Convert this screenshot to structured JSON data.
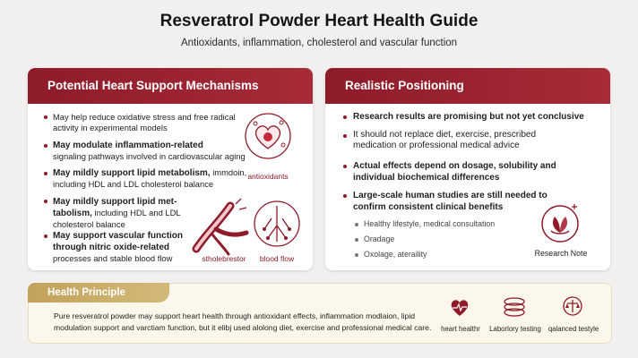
{
  "header": {
    "title": "Resveratrol Powder Heart Health Guide",
    "subtitle": "Antioxidants, inflammation, cholesterol and vascular function"
  },
  "mechanisms": {
    "heading": "Potential Heart Support Mechanisms",
    "items": [
      {
        "bold": "",
        "text": "May help reduce oxidative stress and free radical activity in experimental models"
      },
      {
        "bold": "May modulate inflammation-related",
        "text": "signaling pathways involved in cardiovascular aging"
      },
      {
        "bold": "May mildly support lipid metabolism,",
        "text": "including HDL and LDL cholesterol balance"
      },
      {
        "bold": "May mildly support lipid met-tabolism,",
        "text": ""
      },
      {
        "bold": "May support vascular function through nitric oxide-related",
        "text": "processes and stable blood flow"
      }
    ],
    "item1_extra": "immdoin,",
    "item3_body": "including HDL and LDL cholesterol balance",
    "icon_labels": {
      "antioxidants": "antioxidants",
      "cholesterol": "stholebrestor",
      "blood_flow": "blood flow"
    }
  },
  "positioning": {
    "heading": "Realistic Positioning",
    "items": [
      {
        "bold": "Research results are promising but not yet conclusive",
        "text": ""
      },
      {
        "bold": "",
        "text": "It should not replace diet, exercise, prescribed medication or professional medical advice"
      },
      {
        "bold": "Actual effects depend on dosage, solubility and individual biochemical differences",
        "text": ""
      },
      {
        "bold": "Large-scale human studies are still needed to confirm consistent clinical benefits",
        "text": ""
      }
    ],
    "sub_items": [
      "Healthy lifestyle, medical consultation",
      "Oradage",
      "Oxolage, ateraility"
    ],
    "research_note": "Research Note"
  },
  "health_principle": {
    "label": "Health Principle",
    "text": "Pure resveratrol powder may support heart health through antioxidant effects, inflammation modlaion, lipid modulation support and varctiam function, but it elibj used alolong diet, exercise and professional medical care.",
    "icons": [
      {
        "label": "heart healthr",
        "icon": "heart-pulse-icon"
      },
      {
        "label": "Laborlory testing",
        "icon": "test-stack-icon"
      },
      {
        "label": "qalanced testyle",
        "icon": "balance-icon"
      }
    ]
  },
  "colors": {
    "accent": "#8e1b2a",
    "gold": "#c2a25b"
  }
}
